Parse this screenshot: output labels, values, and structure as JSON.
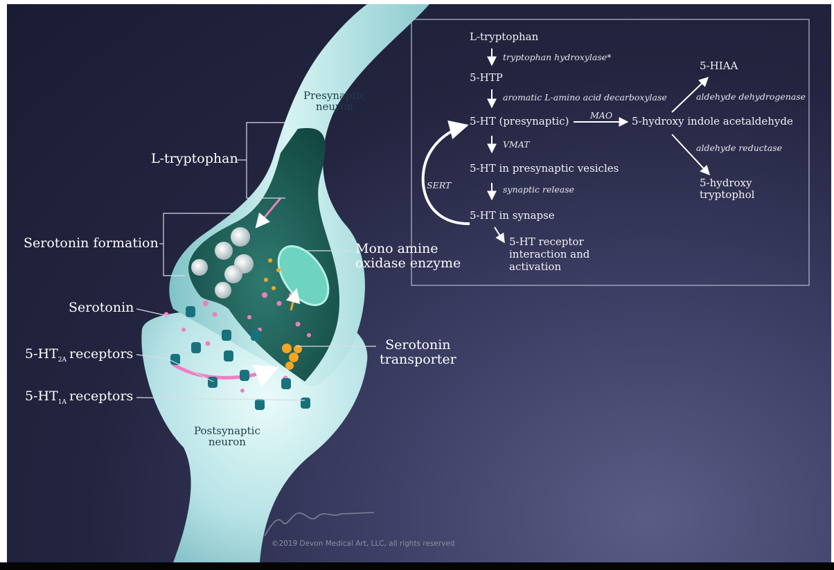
{
  "synapse_labels": {
    "presynaptic_neuron": "Presynaptic\nneuron",
    "postsynaptic_neuron": "Postsynaptic\nneuron",
    "l_tryptophan": "L-tryptophan",
    "serotonin_formation": "Serotonin formation",
    "mono_amine_oxidase": "Mono amine\noxidase enzyme",
    "serotonin": "Serotonin",
    "serotonin_transporter": "Serotonin\ntransporter",
    "receptor_2a_prefix": "5-HT",
    "receptor_2a_sub": "2A",
    "receptor_2a_suffix": "receptors",
    "receptor_1a_prefix": "5-HT",
    "receptor_1a_sub": "1A",
    "receptor_1a_suffix": "receptors"
  },
  "pathway": {
    "nodes": {
      "l_tryptophan": "L-tryptophan",
      "htp": "5-HTP",
      "ht_presynaptic": "5-HT (presynaptic)",
      "ht_vesicles": "5-HT in presynaptic vesicles",
      "ht_synapse": "5-HT in synapse",
      "ht_receptor": "5-HT receptor\ninteraction and\nactivation",
      "hydroxy_indole": "5-hydroxy indole acetaldehyde",
      "hiaa": "5-HIAA",
      "hydroxy_tryptophol": "5-hydroxy\ntryptophol"
    },
    "enzymes": {
      "tryptophan_hydroxylase": "tryptophan hydroxylase*",
      "aromatic_decarboxylase": "aromatic L-amino acid decarboxylase",
      "vmat": "VMAT",
      "synaptic_release": "synaptic release",
      "mao": "MAO",
      "aldehyde_dehydrogenase": "aldehyde dehydrogenase",
      "aldehyde_reductase": "aldehyde reductase",
      "sert": "SERT"
    }
  },
  "copyright": "©2019 Devon Medical Art, LLC, all rights reserved",
  "colors": {
    "background": "#23243f",
    "membrane": "#bfe7ea",
    "cytoplasm": "#1d5a55",
    "pathway_box_border": "#b9bace",
    "serotonin": "#f07fbf",
    "transporter": "#f5a623",
    "receptor": "#17727d"
  }
}
